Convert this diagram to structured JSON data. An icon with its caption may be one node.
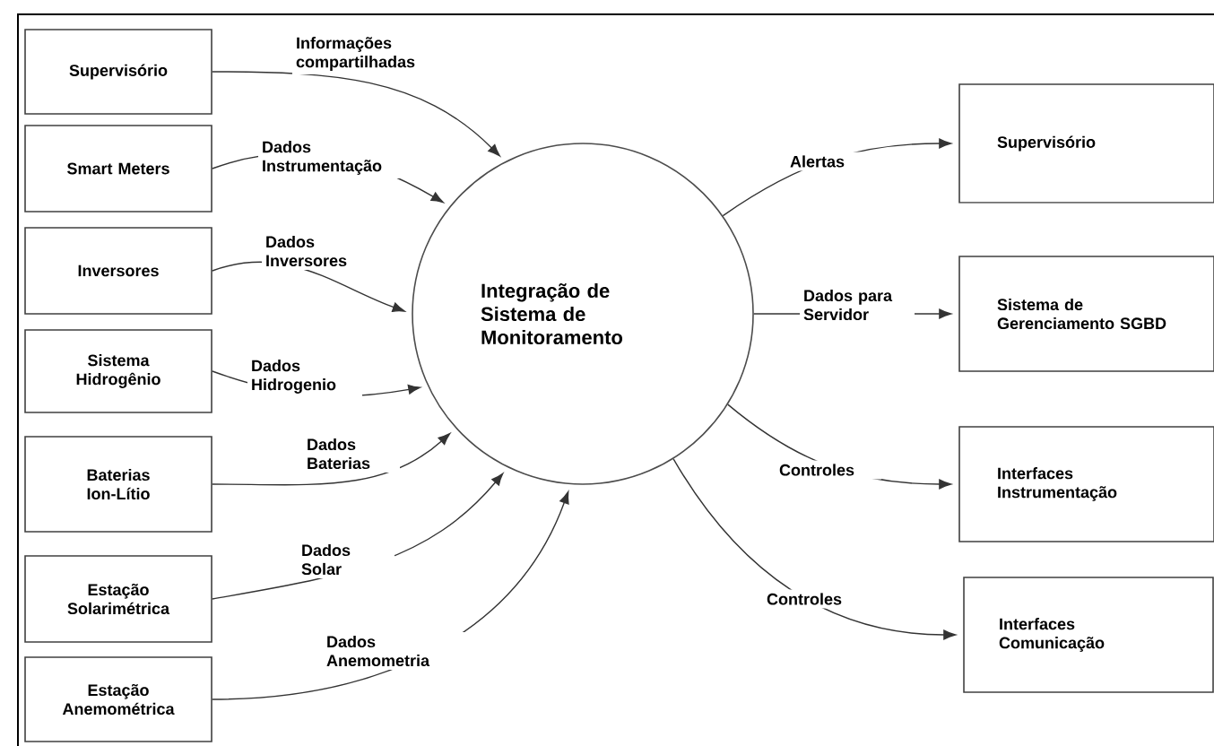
{
  "diagram": {
    "nodes": [
      {
        "text": [
          "Supervisório"
        ]
      },
      {
        "text": [
          "Smart Meters"
        ]
      },
      {
        "text": [
          "Inversores"
        ]
      },
      {
        "text": [
          "Sistema Hidrogênio"
        ]
      },
      {
        "text": [
          "Baterias Ion-Lítio"
        ]
      },
      {
        "text": [
          "Estação Solarimétrica"
        ]
      },
      {
        "text": [
          "Estação Anemométrica"
        ]
      },
      {
        "text": [
          "Integração de Sistema de Monitoramento"
        ]
      },
      {
        "text": [
          "Supervisório"
        ]
      },
      {
        "text": [
          "Sistema de Gerenciamento SGBD"
        ]
      },
      {
        "text": [
          "Interfaces Instrumentação"
        ]
      },
      {
        "text": [
          "Interfaces Comunicação"
        ]
      }
    ],
    "edges": [
      {
        "from": 0,
        "to": 7,
        "arrow": "to",
        "label": "Informações compartilhadas"
      },
      {
        "from": 1,
        "to": 7,
        "arrow": "to",
        "label": "Dados Instrumentação"
      },
      {
        "from": 2,
        "to": 7,
        "arrow": "to",
        "label": "Dados Inversores"
      },
      {
        "from": 3,
        "to": 7,
        "arrow": "to",
        "label": "Dados Hidrogenio"
      },
      {
        "from": 4,
        "to": 7,
        "arrow": "to",
        "label": "Dados Baterias"
      },
      {
        "from": 5,
        "to": 7,
        "arrow": "to",
        "label": "Dados Solar"
      },
      {
        "from": 6,
        "to": 7,
        "arrow": "to",
        "label": "Dados Anemometria"
      },
      {
        "from": 7,
        "to": 8,
        "arrow": "to",
        "label": "Alertas"
      },
      {
        "from": 7,
        "to": 9,
        "arrow": "to",
        "label": "Dados para Servidor"
      },
      {
        "from": 7,
        "to": 10,
        "arrow": "to",
        "label": "Controles"
      },
      {
        "from": 7,
        "to": 11,
        "arrow": "to",
        "label": "Controles"
      }
    ]
  }
}
